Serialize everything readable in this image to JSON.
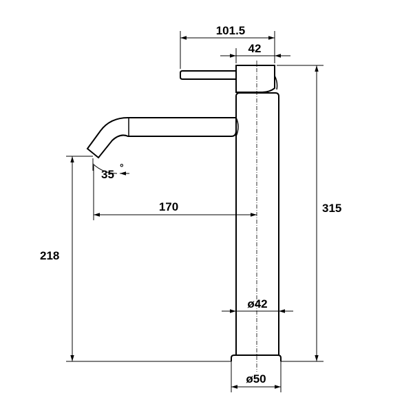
{
  "dimensions": {
    "overall_handle_reach": "101.5",
    "body_top_width": "42",
    "total_height": "315",
    "spout_reach": "170",
    "spout_height": "218",
    "spout_angle": "35",
    "angle_unit": "°",
    "body_diameter": "ø42",
    "base_diameter": "ø50"
  },
  "colors": {
    "line": "#000000",
    "background": "#ffffff"
  }
}
